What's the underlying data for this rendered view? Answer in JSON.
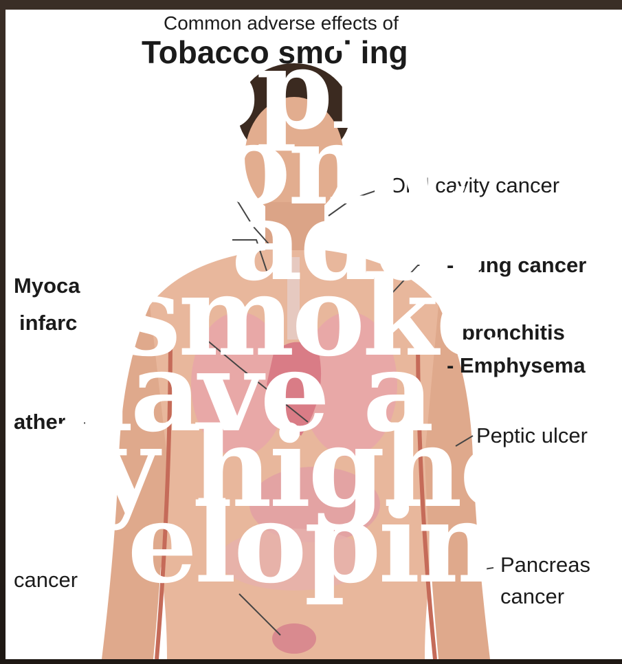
{
  "subtitle": "Common adverse effects of",
  "title": "Tobacco smoking",
  "labels_right": {
    "oral": "Oral cavity cancer",
    "lung": "- Lung cancer",
    "bronchitis": "bronchitis",
    "emphysema": "- Emphysema",
    "peptic": "Peptic ulcer",
    "pancreas_1": "Pancreas",
    "pancreas_2": "cancer"
  },
  "labels_left": {
    "myocardial_1": "Myoca",
    "myocardial_2": "infarc",
    "athero": "athero-",
    "cancer": "cancer"
  },
  "overlay_lines": [
    "ople",
    "come",
    "addi",
    "smoke",
    "have a",
    "y highe",
    "elopin"
  ],
  "colors": {
    "overlay_text": "#ffffff",
    "frame": "#2a211c",
    "skin": "#e7b79c",
    "organ": "#d98a8f"
  }
}
